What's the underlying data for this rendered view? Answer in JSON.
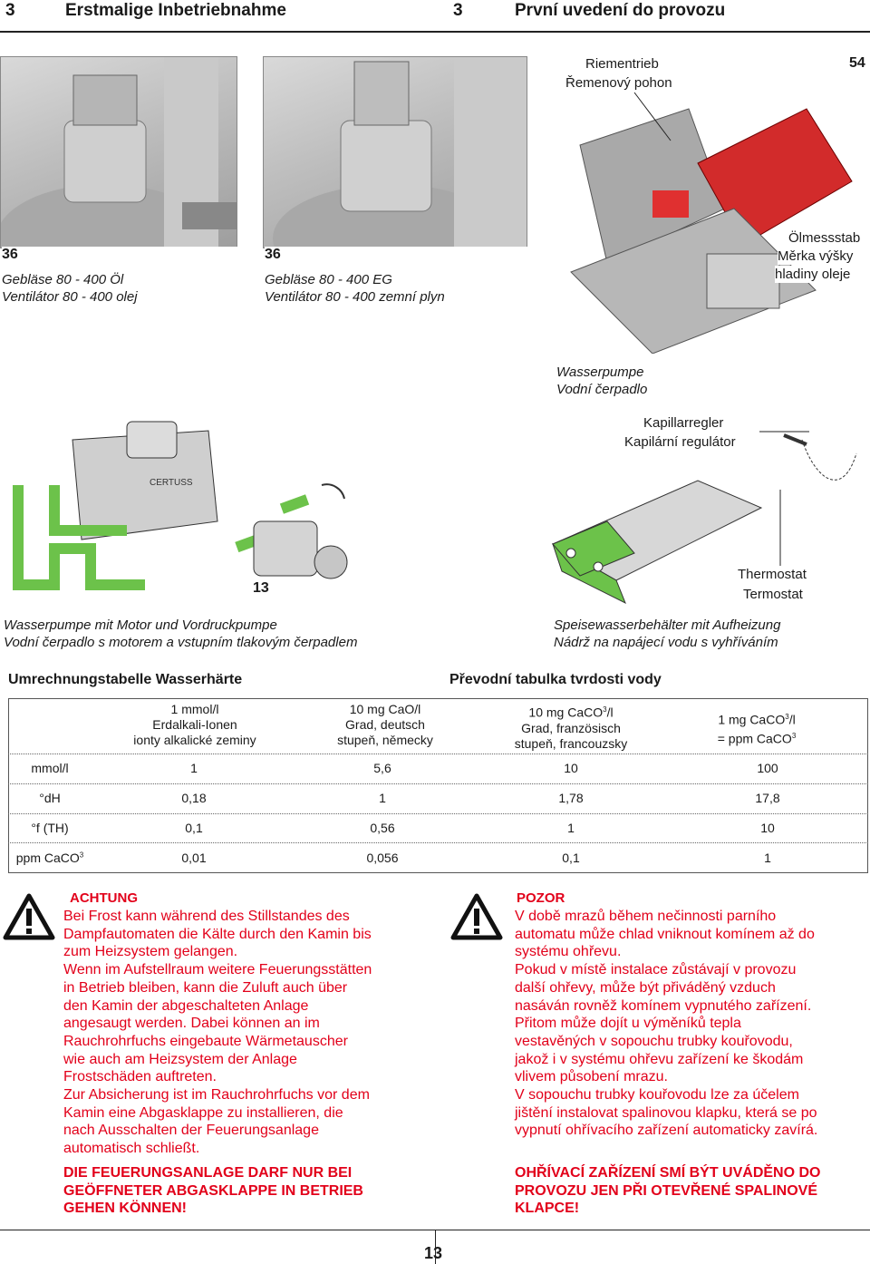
{
  "header": {
    "left_num": "3",
    "left_title": "Erstmalige Inbetriebnahme",
    "right_num": "3",
    "right_title": "První uvedení do provozu"
  },
  "fig_top": {
    "left": {
      "num": "36",
      "de": "Gebläse 80 - 400 Öl",
      "cz": "Ventilátor 80 - 400 olej"
    },
    "mid": {
      "num": "36",
      "de": "Gebläse 80 - 400 EG",
      "cz": "Ventilátor 80 - 400 zemní plyn"
    },
    "right": {
      "num": "54",
      "drive_de": "Riementrieb",
      "drive_cz": "Řemenový pohon",
      "dip_de": "Ölmessstab",
      "dip_cz1": "Měrka výšky",
      "dip_cz2": "hladiny oleje"
    }
  },
  "fig_mid": {
    "left": {
      "num": "13",
      "de": "Wasserpumpe mit Motor und Vordruckpumpe",
      "cz": "Vodní čerpadlo s motorem a vstupním tlakovým čerpadlem",
      "brand": "CERTUSS"
    },
    "right": {
      "pump_de": "Wasserpumpe",
      "pump_cz": "Vodní čerpadlo",
      "cap_de": "Kapillarregler",
      "cap_cz": "Kapilární regulátor",
      "thermo_de": "Thermostat",
      "thermo_cz": "Termostat",
      "de": "Speisewasserbehälter mit Aufheizung",
      "cz": "Nádrž na napájecí vodu s vyhříváním"
    }
  },
  "table": {
    "title_de": "Umrechnungstabelle Wasserhärte",
    "title_cz": "Převodní tabulka tvrdosti vody",
    "headers": [
      {
        "l1": "1 mmol/l",
        "l2": "Erdalkali-Ionen",
        "l3": "ionty alkalické zeminy"
      },
      {
        "l1": "10 mg CaO/l",
        "l2": "Grad, deutsch",
        "l3": "stupeň, německy"
      },
      {
        "l1": "10 mg CaCO",
        "sup": "3",
        "l1b": "/l",
        "l2": "Grad, französisch",
        "l3": "stupeň, francouzsky"
      },
      {
        "l1": "1 mg CaCO",
        "sup": "3",
        "l1b": "/l",
        "l2": "= ppm CaCO",
        "sup2": "3"
      }
    ],
    "rows": [
      {
        "label": "mmol/l",
        "cells": [
          "1",
          "5,6",
          "10",
          "100"
        ]
      },
      {
        "label": "°dH",
        "cells": [
          "0,18",
          "1",
          "1,78",
          "17,8"
        ]
      },
      {
        "label": "°f (TH)",
        "cells": [
          "0,1",
          "0,56",
          "1",
          "10"
        ]
      },
      {
        "label": "ppm CaCO",
        "label_sup": "3",
        "cells": [
          "0,01",
          "0,056",
          "0,1",
          "1"
        ]
      }
    ]
  },
  "warn_de": {
    "title": "ACHTUNG",
    "lines": [
      "Bei Frost kann während des Stillstandes des",
      "Dampfautomaten die Kälte durch den Kamin bis",
      "zum Heizsystem gelangen.",
      "Wenn im Aufstellraum weitere Feuerungsstätten",
      "in Betrieb bleiben, kann die Zuluft auch über",
      "den Kamin der abgeschalteten Anlage",
      "angesaugt werden. Dabei können an im",
      "Rauchrohrfuchs eingebaute Wärmetauscher",
      "wie auch am Heizsystem der Anlage",
      "Frostschäden auftreten.",
      "Zur Absicherung ist im Rauchrohrfuchs vor dem",
      "Kamin eine Abgasklappe zu installieren, die",
      "nach Ausschalten der Feuerungsanlage",
      "automatisch schließt."
    ],
    "caps": [
      "DIE FEUERUNGSANLAGE DARF NUR BEI",
      "GEÖFFNETER ABGASKLAPPE IN BETRIEB",
      "GEHEN KÖNNEN!"
    ]
  },
  "warn_cz": {
    "title": "POZOR",
    "lines": [
      "V době mrazů během nečinnosti parního",
      "automatu může chlad vniknout komínem až do",
      "systému ohřevu.",
      "Pokud v místě instalace zůstávají v provozu",
      "další ohřevy, může být přiváděný vzduch",
      "nasáván rovněž komínem vypnutého zařízení.",
      "Přitom může dojít u výměníků tepla",
      "vestavěných v sopouchu trubky kouřovodu,",
      "jakož i v systému ohřevu zařízení ke škodám",
      "vlivem působení mrazu.",
      "V sopouchu trubky kouřovodu lze za účelem",
      "jištění instalovat spalinovou klapku, která se po",
      "vypnutí ohřívacího zařízení automaticky zavírá."
    ],
    "caps": [
      "OHŘÍVACÍ ZAŘÍZENÍ SMÍ BÝT UVÁDĚNO DO",
      "PROVOZU JEN PŘI OTEVŘENÉ SPALINOVÉ",
      "KLAPCE!"
    ]
  },
  "footer": {
    "page": "13"
  },
  "colors": {
    "warning_red": "#e2001a",
    "pipe_green": "#6cc24a"
  },
  "icons": [
    "warning-triangle-icon",
    "rotation-arrow-icon"
  ]
}
